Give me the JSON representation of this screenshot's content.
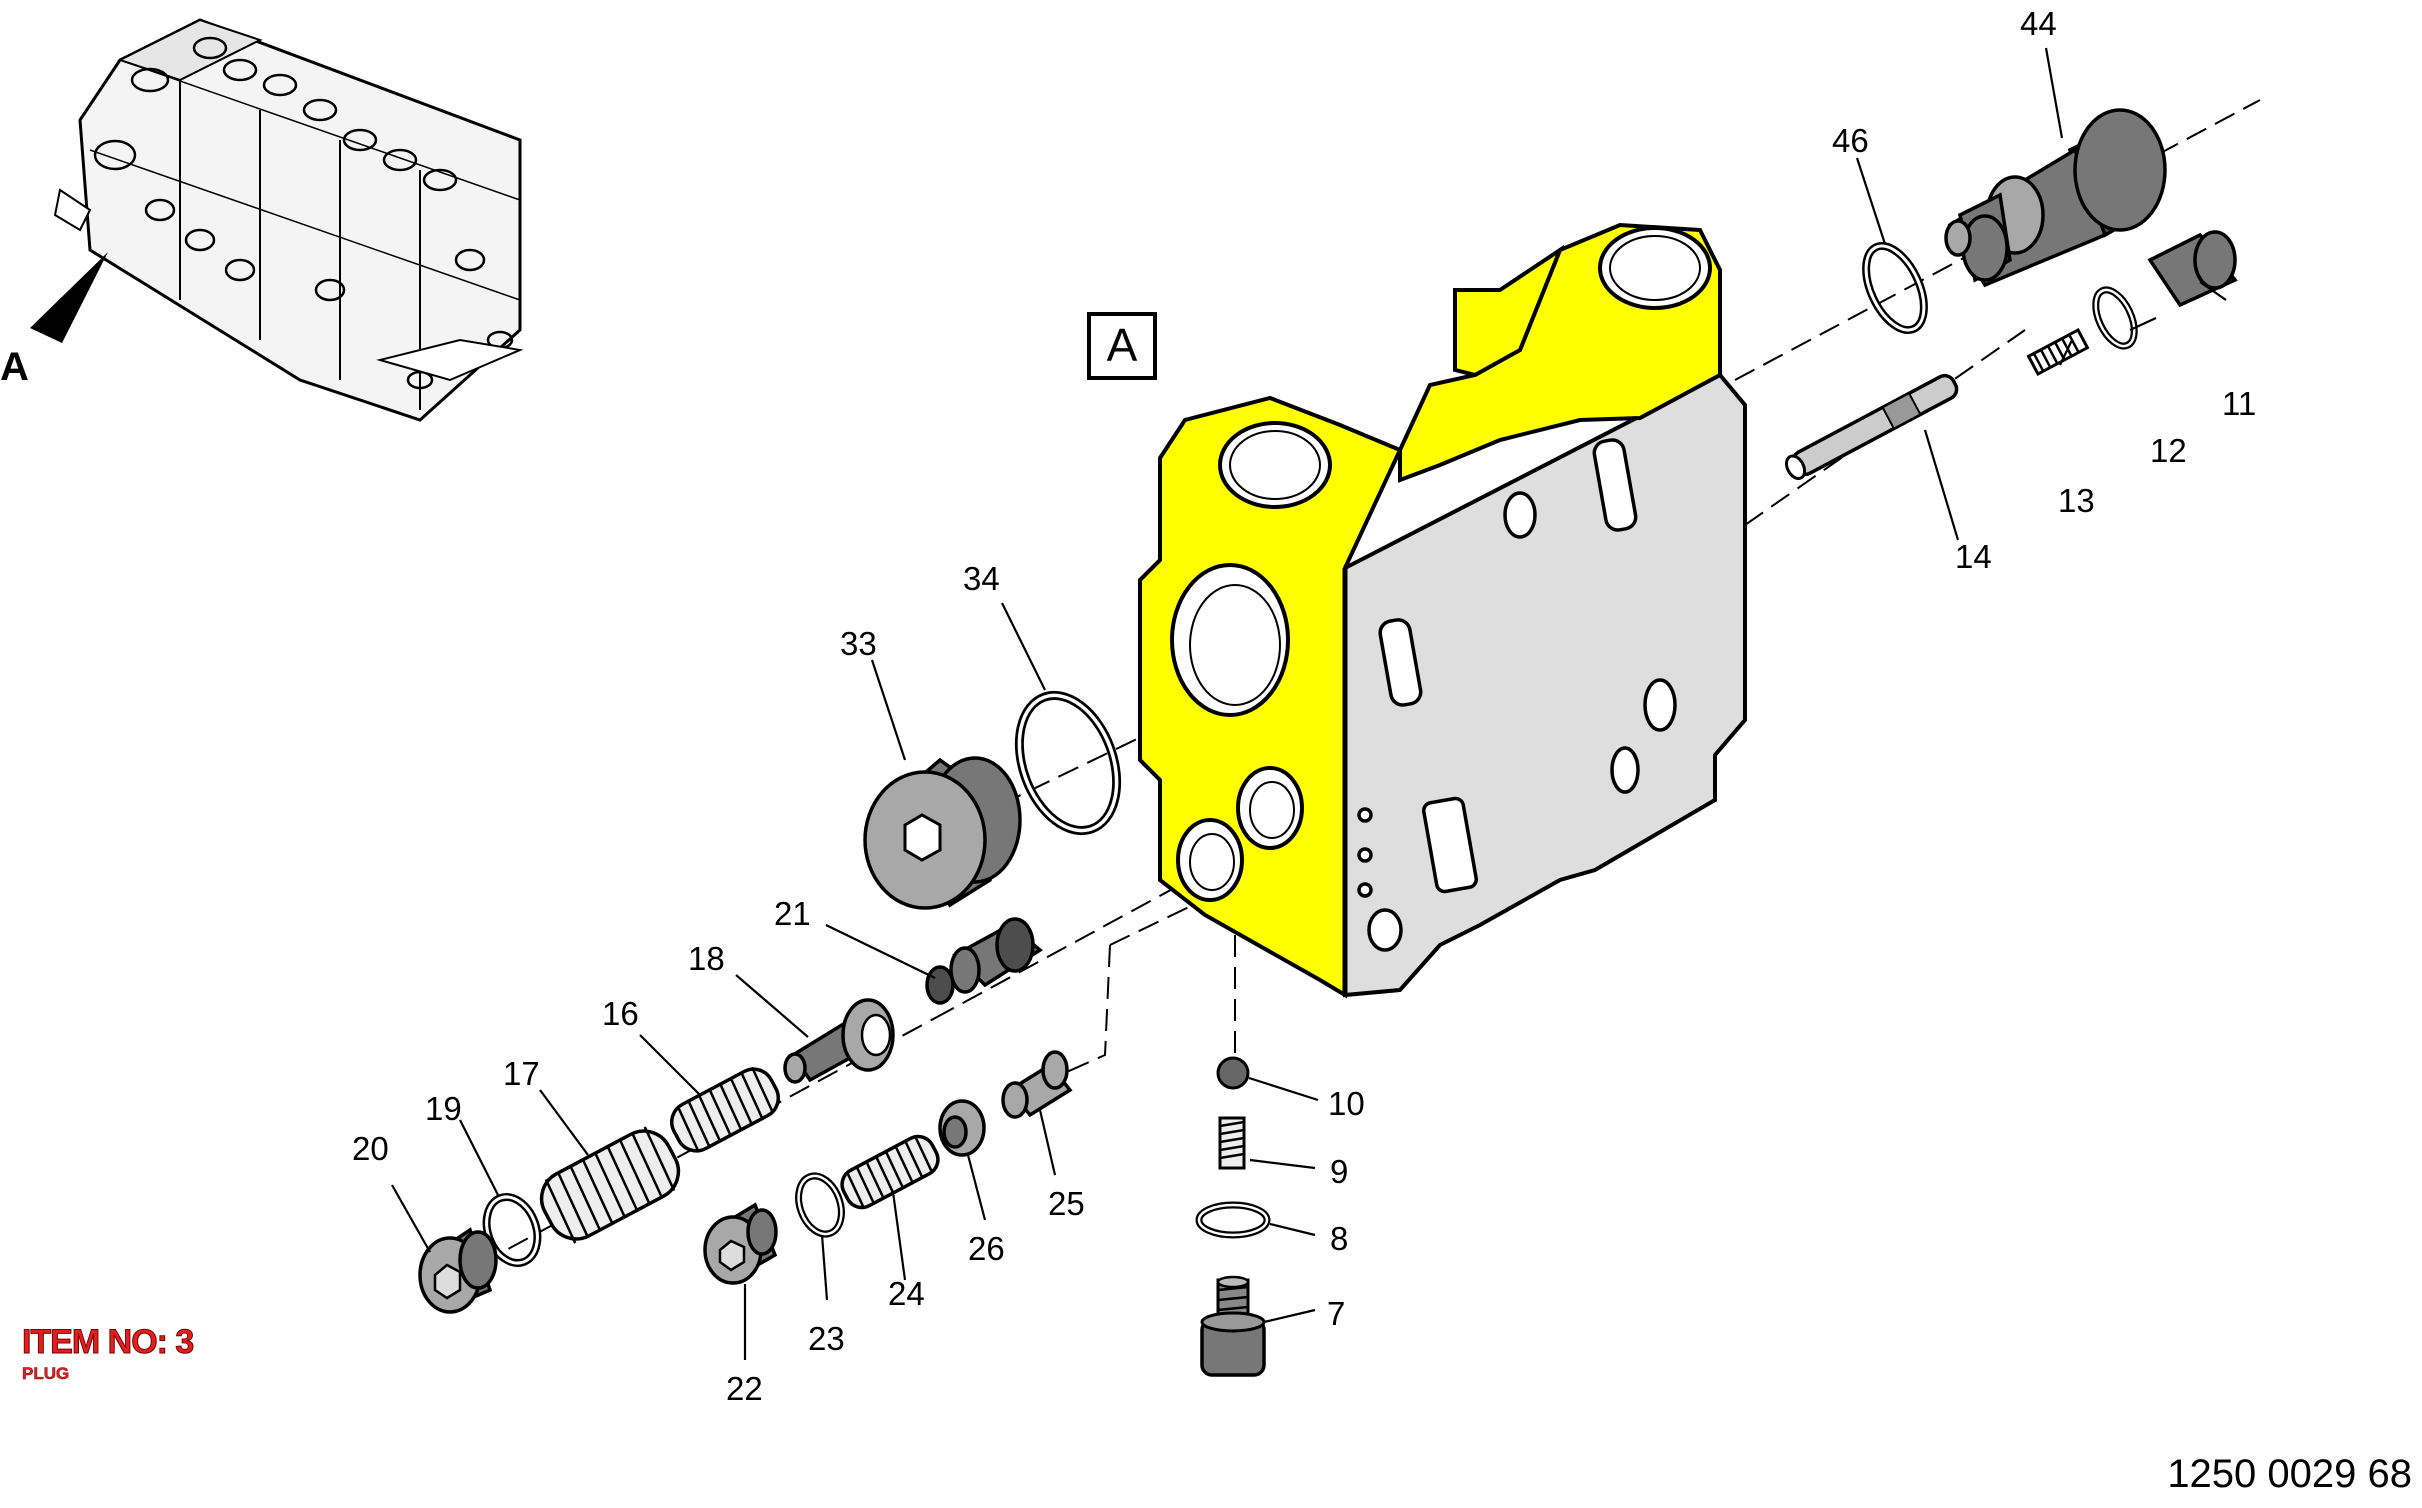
{
  "view_label": "A",
  "view_box_label": "A",
  "item_no": "ITEM NO: 3",
  "item_description": "PLUG",
  "drawing_number": "1250 0029 68",
  "highlight_color": "#ffff00",
  "label_color": "#e02020",
  "callouts": {
    "c7": "7",
    "c8": "8",
    "c9": "9",
    "c10": "10",
    "c11": "11",
    "c12": "12",
    "c13": "13",
    "c14": "14",
    "c16": "16",
    "c17": "17",
    "c18": "18",
    "c19": "19",
    "c20": "20",
    "c21": "21",
    "c22": "22",
    "c23": "23",
    "c24": "24",
    "c25": "25",
    "c26": "26",
    "c33": "33",
    "c34": "34",
    "c44": "44",
    "c46": "46"
  }
}
